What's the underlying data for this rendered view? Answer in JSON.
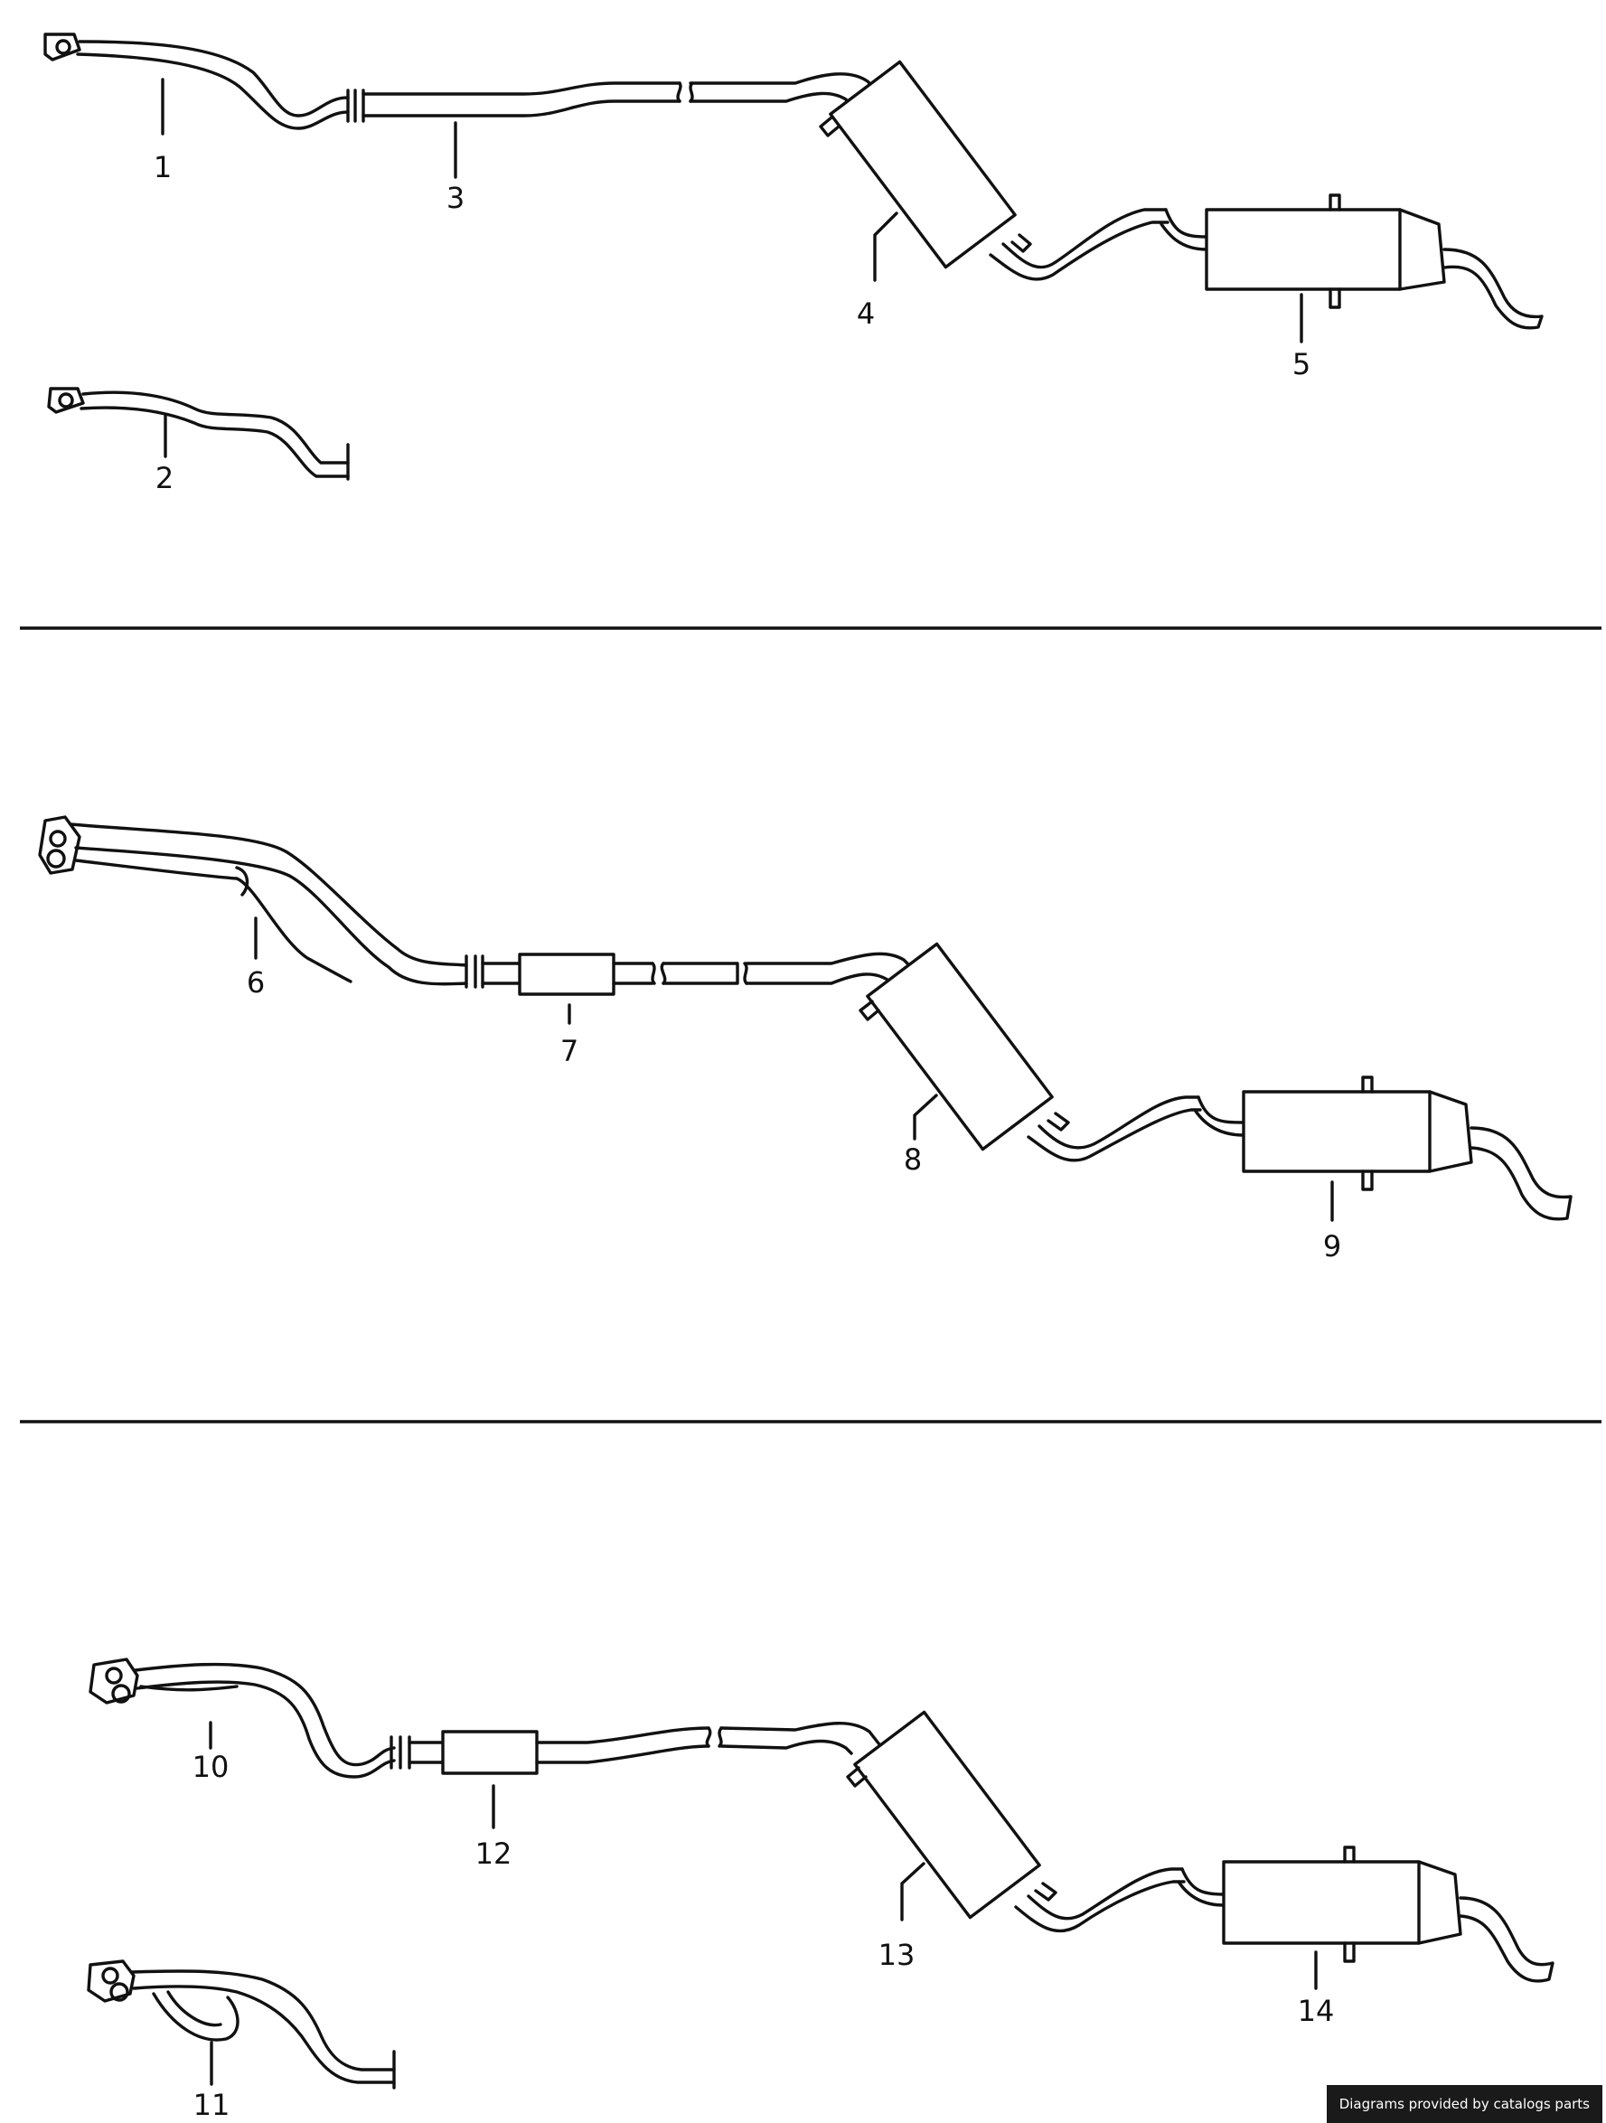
{
  "callouts": {
    "p1": "1",
    "p2": "2",
    "p3": "3",
    "p4": "4",
    "p5": "5",
    "p6": "6",
    "p7": "7",
    "p8": "8",
    "p9": "9",
    "p10": "10",
    "p11": "11",
    "p12": "12",
    "p13": "13",
    "p14": "14"
  },
  "credit": "Diagrams provided by catalogs parts"
}
